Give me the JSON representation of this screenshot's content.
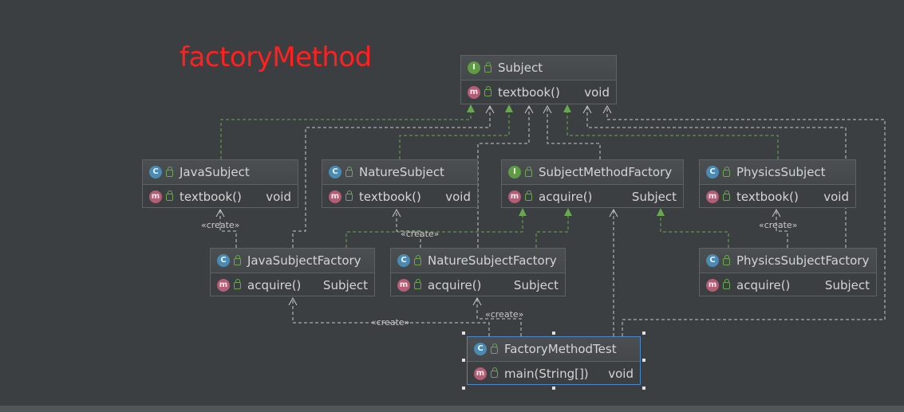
{
  "title": "factoryMethod",
  "nodes": {
    "subject": {
      "kind": "I",
      "name": "Subject",
      "method": "textbook()",
      "ret": "void"
    },
    "javaSubject": {
      "kind": "C",
      "name": "JavaSubject",
      "method": "textbook()",
      "ret": "void"
    },
    "natureSubject": {
      "kind": "C",
      "name": "NatureSubject",
      "method": "textbook()",
      "ret": "void"
    },
    "subjectMethodFactory": {
      "kind": "I",
      "name": "SubjectMethodFactory",
      "method": "acquire()",
      "ret": "Subject"
    },
    "physicsSubject": {
      "kind": "C",
      "name": "PhysicsSubject",
      "method": "textbook()",
      "ret": "void"
    },
    "javaSubjectFactory": {
      "kind": "C",
      "name": "JavaSubjectFactory",
      "method": "acquire()",
      "ret": "Subject"
    },
    "natureSubjectFactory": {
      "kind": "C",
      "name": "NatureSubjectFactory",
      "method": "acquire()",
      "ret": "Subject"
    },
    "physicsSubjectFactory": {
      "kind": "C",
      "name": "PhysicsSubjectFactory",
      "method": "acquire()",
      "ret": "Subject"
    },
    "factoryMethodTest": {
      "kind": "C",
      "name": "FactoryMethodTest",
      "method": "main(String[])",
      "ret": "void"
    }
  },
  "labels": {
    "create1": "«create»",
    "create2": "«create»",
    "create3": "«create»",
    "create4": "«create»",
    "create5": "«create»"
  },
  "colors": {
    "background": "#3c3f41",
    "title": "#ff2020",
    "implements_edge": "#6aa84f",
    "dependency_edge": "#c8c8c8",
    "selection": "#4b88c8"
  }
}
